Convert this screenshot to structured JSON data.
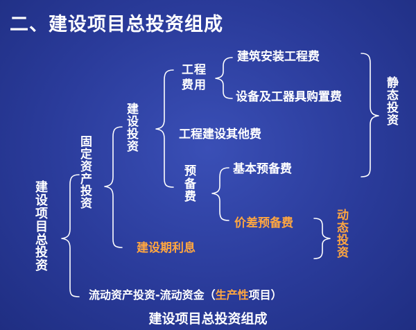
{
  "title": "二、建设项目总投资组成",
  "root": "建设项目总投资",
  "fixed_assets": "固定资产投资",
  "construction_investment": "建设投资",
  "engineering_cost": "工程费用",
  "building_install": "建筑安装工程费",
  "equipment_purchase": "设备及工器具购置费",
  "other_costs": "工程建设其他费",
  "reserve_fund": "预备费",
  "basic_reserve": "基本预备费",
  "price_reserve": "价差预备费",
  "interest": "建设期利息",
  "static_investment": "静态投资",
  "dynamic_investment": "动态投资",
  "working_capital": {
    "prefix": "流动资产投资-流动资金（",
    "highlight": "生产性",
    "suffix": "项目）"
  },
  "footer": "建设项目总投资组成",
  "colors": {
    "background": "#2a3b9a",
    "text": "#ffffff",
    "accent": "#ffa640"
  }
}
